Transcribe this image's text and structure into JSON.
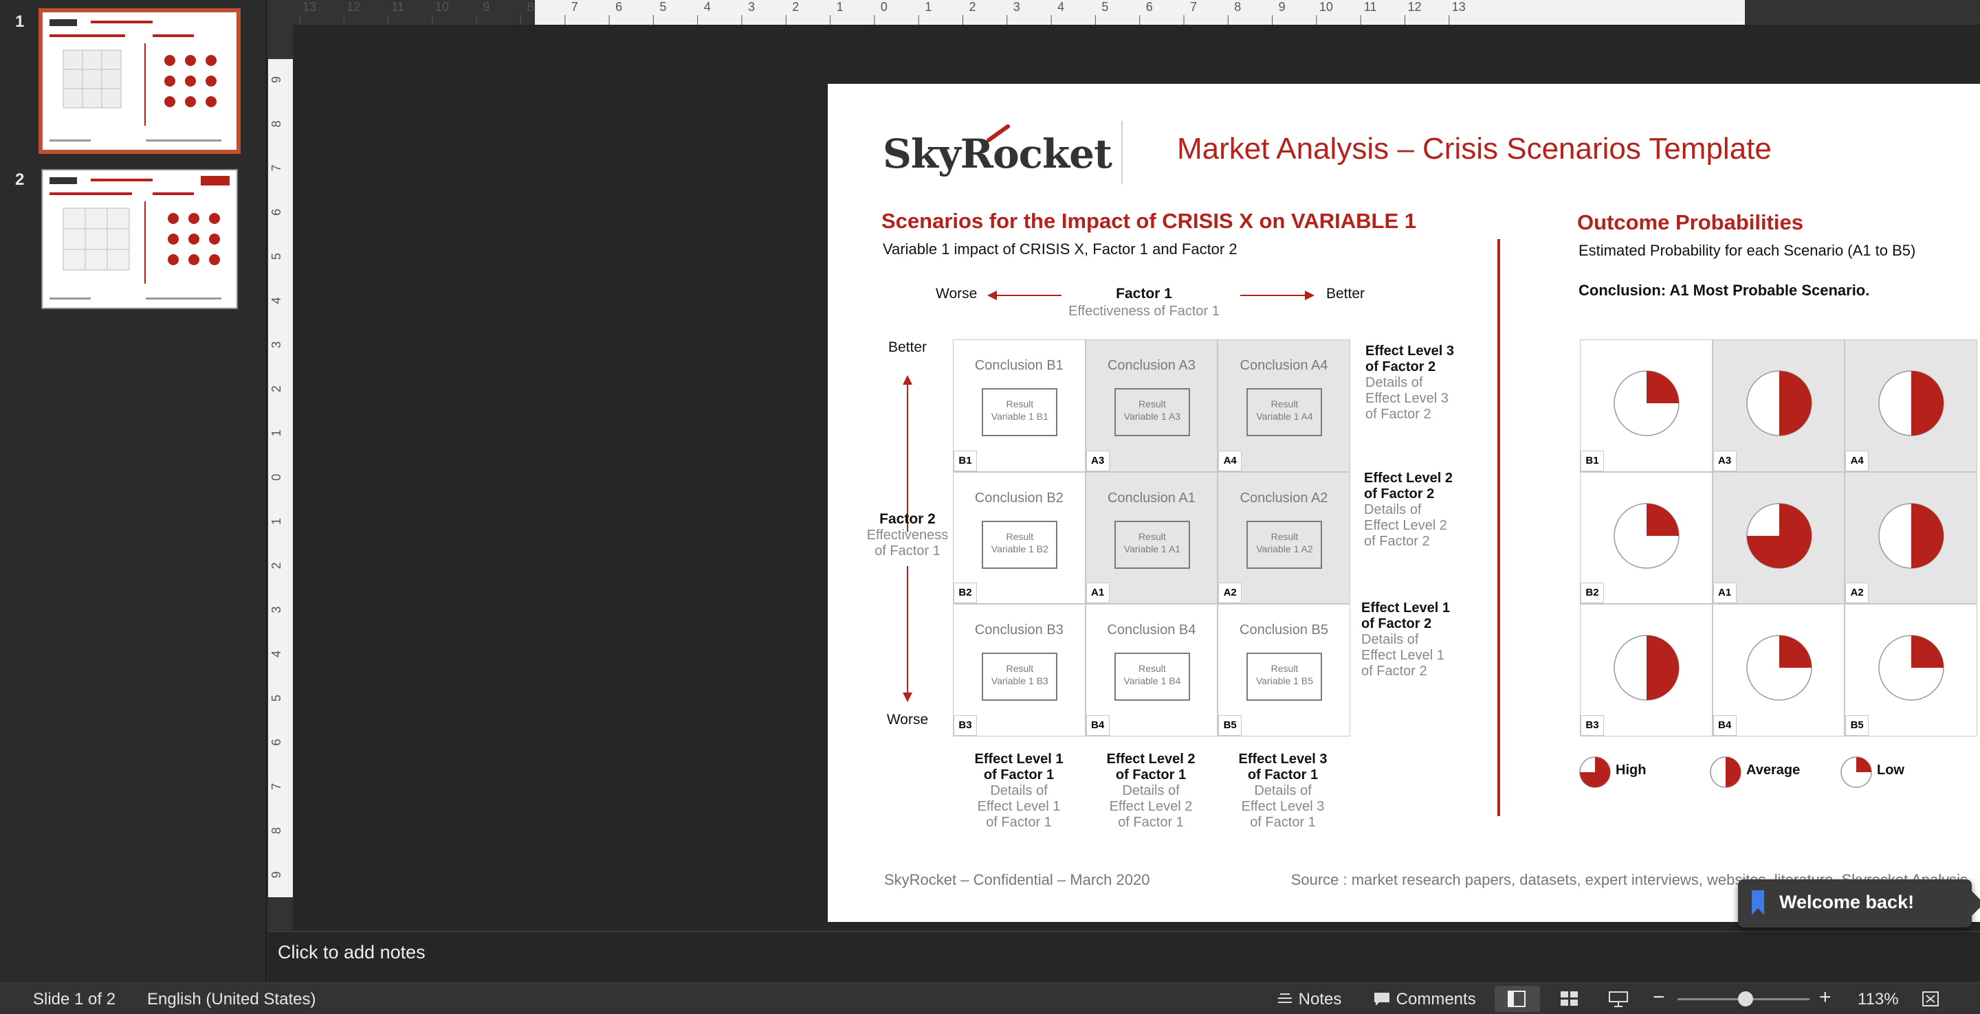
{
  "thumbnails": [
    {
      "number": "1",
      "selected": true
    },
    {
      "number": "2",
      "selected": false
    }
  ],
  "ruler_h": [
    "13",
    "12",
    "11",
    "10",
    "9",
    "8",
    "7",
    "6",
    "5",
    "4",
    "3",
    "2",
    "1",
    "0",
    "1",
    "2",
    "3",
    "4",
    "5",
    "6",
    "7",
    "8",
    "9",
    "10",
    "11",
    "12",
    "13"
  ],
  "ruler_v": [
    "9",
    "8",
    "7",
    "6",
    "5",
    "4",
    "3",
    "2",
    "1",
    "0",
    "1",
    "2",
    "3",
    "4",
    "5",
    "6",
    "7",
    "8",
    "9"
  ],
  "slide": {
    "logo_text": "SkyRocket",
    "header_title": "Market Analysis – Crisis Scenarios Template",
    "left": {
      "title": "Scenarios for the Impact of CRISIS X on VARIABLE 1",
      "subtitle": "Variable 1 impact of CRISIS X, Factor 1 and Factor 2",
      "axis_x": {
        "worse": "Worse",
        "better": "Better",
        "name": "Factor 1",
        "desc": "Effectiveness of Factor 1"
      },
      "axis_y": {
        "better": "Better",
        "worse": "Worse",
        "name": "Factor 2",
        "desc1": "Effectiveness",
        "desc2": "of Factor 1"
      },
      "cells": [
        {
          "tag": "B1",
          "conclusion": "Conclusion B1",
          "result1": "Result",
          "result2": "Variable 1 B1",
          "gray": false
        },
        {
          "tag": "A3",
          "conclusion": "Conclusion A3",
          "result1": "Result",
          "result2": "Variable 1 A3",
          "gray": true
        },
        {
          "tag": "A4",
          "conclusion": "Conclusion A4",
          "result1": "Result",
          "result2": "Variable 1 A4",
          "gray": true
        },
        {
          "tag": "B2",
          "conclusion": "Conclusion B2",
          "result1": "Result",
          "result2": "Variable 1 B2",
          "gray": false
        },
        {
          "tag": "A1",
          "conclusion": "Conclusion A1",
          "result1": "Result",
          "result2": "Variable 1 A1",
          "gray": true
        },
        {
          "tag": "A2",
          "conclusion": "Conclusion A2",
          "result1": "Result",
          "result2": "Variable 1 A2",
          "gray": true
        },
        {
          "tag": "B3",
          "conclusion": "Conclusion B3",
          "result1": "Result",
          "result2": "Variable 1 B3",
          "gray": false
        },
        {
          "tag": "B4",
          "conclusion": "Conclusion B4",
          "result1": "Result",
          "result2": "Variable 1 B4",
          "gray": false
        },
        {
          "tag": "B5",
          "conclusion": "Conclusion B5",
          "result1": "Result",
          "result2": "Variable 1 B5",
          "gray": false
        }
      ],
      "effects_y": [
        {
          "l1": "Effect Level 3",
          "l2": "of Factor 2",
          "d1": "Details of",
          "d2": "Effect Level 3",
          "d3": "of Factor 2"
        },
        {
          "l1": "Effect Level 2",
          "l2": "of Factor 2",
          "d1": "Details of",
          "d2": "Effect Level 2",
          "d3": "of Factor 2"
        },
        {
          "l1": "Effect Level 1",
          "l2": "of Factor 2",
          "d1": "Details of",
          "d2": "Effect Level 1",
          "d3": "of Factor 2"
        }
      ],
      "effects_x": [
        {
          "l1": "Effect Level 1",
          "l2": "of Factor 1",
          "d1": "Details of",
          "d2": "Effect Level 1",
          "d3": "of Factor 1"
        },
        {
          "l1": "Effect Level 2",
          "l2": "of Factor 1",
          "d1": "Details of",
          "d2": "Effect Level 2",
          "d3": "of Factor 1"
        },
        {
          "l1": "Effect Level 3",
          "l2": "of Factor 1",
          "d1": "Details of",
          "d2": "Effect Level 3",
          "d3": "of Factor 1"
        }
      ]
    },
    "right": {
      "title": "Outcome Probabilities",
      "subtitle": "Estimated Probability for each Scenario (A1 to B5)",
      "conclusion": "Conclusion: A1 Most Probable Scenario.",
      "pies": [
        {
          "tag": "B1",
          "fraction": 0.25,
          "gray": false
        },
        {
          "tag": "A3",
          "fraction": 0.5,
          "gray": true
        },
        {
          "tag": "A4",
          "fraction": 0.5,
          "gray": true
        },
        {
          "tag": "B2",
          "fraction": 0.25,
          "gray": false
        },
        {
          "tag": "A1",
          "fraction": 0.75,
          "gray": true
        },
        {
          "tag": "A2",
          "fraction": 0.5,
          "gray": true
        },
        {
          "tag": "B3",
          "fraction": 0.5,
          "gray": false
        },
        {
          "tag": "B4",
          "fraction": 0.25,
          "gray": false
        },
        {
          "tag": "B5",
          "fraction": 0.25,
          "gray": false
        }
      ],
      "legend": [
        {
          "label": "High",
          "fraction": 0.75
        },
        {
          "label": "Average",
          "fraction": 0.5
        },
        {
          "label": "Low",
          "fraction": 0.25
        }
      ]
    },
    "footer_left": "SkyRocket – Confidential – March 2020",
    "footer_right": "Source : market research papers, datasets, expert interviews, websites, literature, Skyrocket Analysis"
  },
  "notes_placeholder": "Click to add notes",
  "toast": "Welcome back!",
  "status": {
    "slide": "Slide 1 of 2",
    "language": "English (United States)",
    "notes": "Notes",
    "comments": "Comments",
    "zoom": "113%"
  },
  "colors": {
    "accent": "#b5221b",
    "thumb_selected": "#c0502f"
  }
}
